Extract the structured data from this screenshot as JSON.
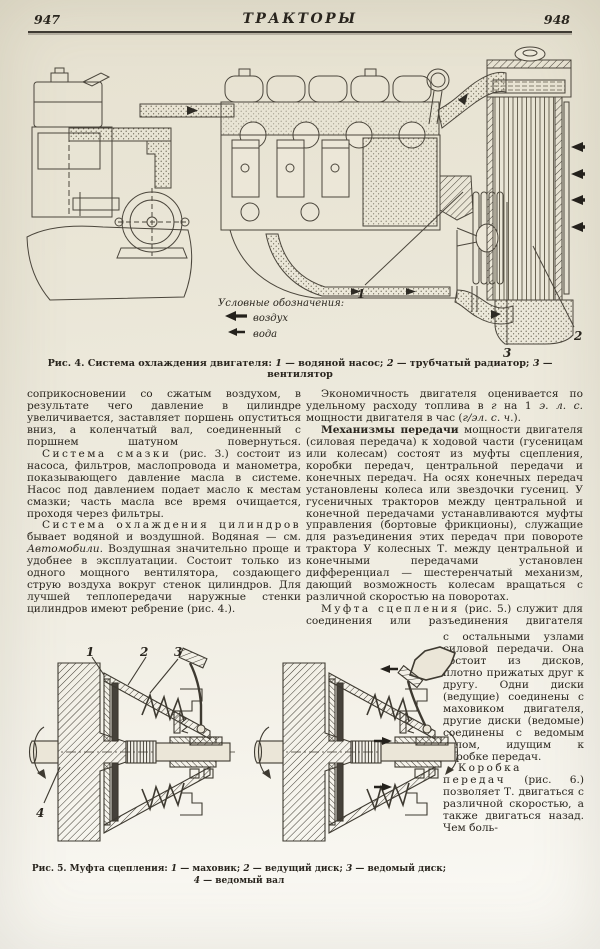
{
  "header": {
    "left_number": "947",
    "title": "ТРАКТОРЫ",
    "right_number": "948"
  },
  "colors": {
    "paper": "#eae6d7",
    "ink": "#29251e",
    "line": "#4b463c"
  },
  "figure4": {
    "legend": {
      "title": "Условные обозначения:",
      "items": [
        {
          "icon": "air-arrow",
          "label": "воздух"
        },
        {
          "icon": "water-arrow",
          "label": "вода"
        }
      ]
    },
    "callouts": [
      "1",
      "2",
      "3"
    ],
    "caption": [
      {
        "t": "Рис. 4. Система охлаждения двигателя: "
      },
      {
        "t": "1",
        "i": 1
      },
      {
        "t": " — водяной насос; "
      },
      {
        "t": "2",
        "i": 1
      },
      {
        "t": " — трубчатый радиатор; "
      },
      {
        "t": "3",
        "i": 1
      },
      {
        "t": " — вентилятор"
      }
    ]
  },
  "columns": {
    "left": [
      [
        {
          "t": "соприкосновении со сжатым воздухом, в результате чего давление в цилиндре увеличивается, заставляет поршень опуститься вниз, а коленчатый вал, соединенный с поршнем шатуном повернуться."
        }
      ],
      [
        {
          "t": "Система смазки",
          "s": 1
        },
        {
          "t": " (рис. 3.) состоит из насоса, фильтров, маслопровода и манометра, показывающего давление масла в системе. Насос под давлением подает масло к местам смазки; часть масла все время очищается, проходя через фильтры."
        }
      ],
      [
        {
          "t": "Система охлаждения цилиндров",
          "s": 1
        },
        {
          "t": " бывает водяной и воздушной. Водяная — см. "
        },
        {
          "t": "Автомобили",
          "i": 1
        },
        {
          "t": ". Воздушная значительно проще и удобнее в эксплуатации. Состоит только из одного мощного вентилятора, создающего струю воздуха вокруг стенок цилиндров. Для лучшей теплопередачи наружные стенки цилиндров имеют ребрение (рис. 4.)."
        }
      ]
    ],
    "right_wide": [
      [
        {
          "t": "Экономичность двигателя оценивается по удельному расходу топлива в "
        },
        {
          "t": "г",
          "i": 1
        },
        {
          "t": " на 1 "
        },
        {
          "t": "э. л. с.",
          "i": 1
        },
        {
          "t": " мощности двигателя в час ("
        },
        {
          "t": "г/эл. с. ч.",
          "i": 1
        },
        {
          "t": ")."
        }
      ],
      [
        {
          "t": "Механизмы передачи",
          "b": 1
        },
        {
          "t": " мощности двигателя (силовая передача) к ходовой части (гусеницам или колесам) состоят из муфты сцепления, коробки передач, центральной передачи и конечных передач. На осях конечных передач установлены колеса или звездочки гусениц. У гусеничных тракторов между центральной и конечной передачами устанавливаются муфты управления (бортовые фрикционы), служащие для разъединения этих передач при повороте трактора У колесных Т. между центральной и конечными передачами установлен дифференциал — шестеренчатый механизм, дающий возможность колесам вращаться с различной скоростью на поворотах."
        }
      ],
      [
        {
          "t": "Муфта сцепления",
          "s": 1
        },
        {
          "t": " (рис. 5.) служит для соединения или разъединения двигателя"
        }
      ]
    ],
    "right_narrow": [
      [
        {
          "t": "с остальными узлами силовой передачи. Она состоит из дисков, плотно прижатых друг к другу. Одни диски (ведущие) соединены с маховиком двигателя, другие диски (ведомые) соединены с ведомым валом, идущим к коробке передач."
        }
      ],
      [
        {
          "t": "Коробка передач",
          "s": 1
        },
        {
          "t": " (рис. 6.) позволяет Т. двигаться с различной скоростью, а также двигаться назад. Чем боль-"
        }
      ]
    ]
  },
  "figure5": {
    "callouts": [
      "1",
      "2",
      "3",
      "4"
    ],
    "caption_line1": [
      {
        "t": "Рис. 5. Муфта сцепления: "
      },
      {
        "t": "1",
        "i": 1
      },
      {
        "t": " — маховик; "
      },
      {
        "t": "2",
        "i": 1
      },
      {
        "t": " — ведущий диск; "
      },
      {
        "t": "3",
        "i": 1
      },
      {
        "t": " — ведомый диск;"
      }
    ],
    "caption_line2": [
      {
        "t": "4",
        "i": 1
      },
      {
        "t": " — ведомый вал"
      }
    ]
  }
}
